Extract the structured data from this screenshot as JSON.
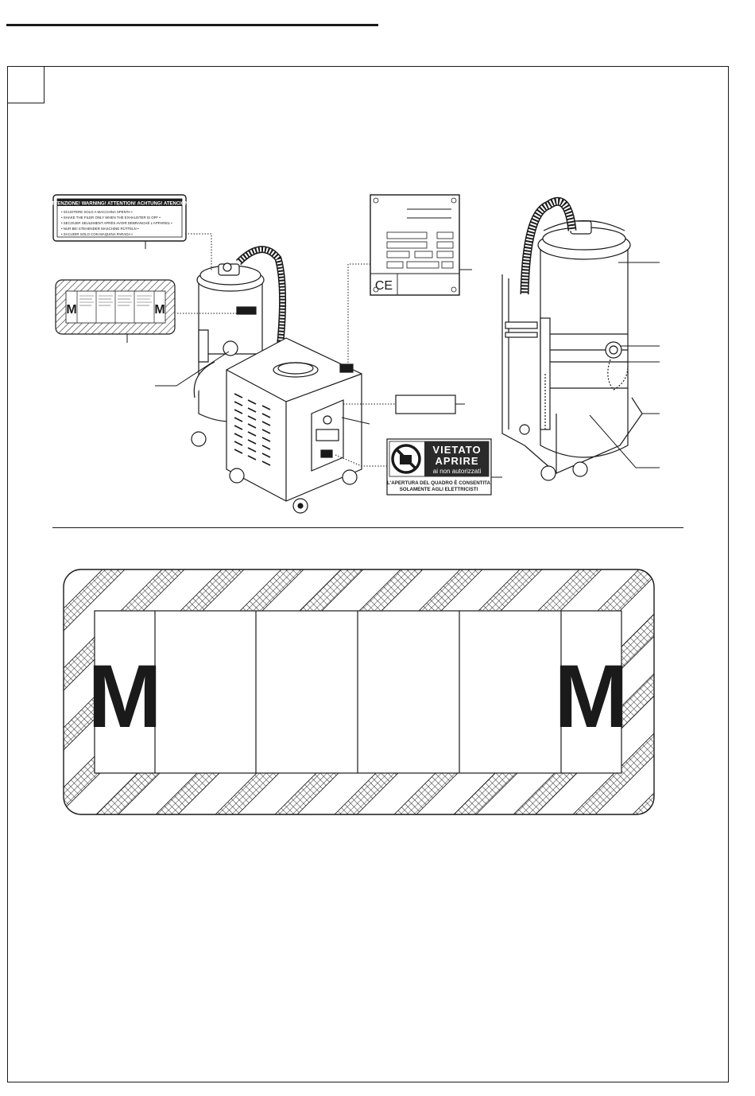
{
  "warning_label": {
    "header": "ATTENZIONE! WARNING! ATTENTION! ACHTUNG! ATENCION!",
    "lines": [
      "• SCUOTERE SOLO A MACCHINA SPENTA •",
      "• SHAKE THE FILER ONLY WHEN THE EXHAUSTER IS OFF •",
      "• SECOUER SEULEMENT APRÈS AVOIR DEBRANCHÉ L'APPAREIL •",
      "• NUR BEI STEHENDER MASCHINE RÜTTELN •",
      "• SACUDIR SOLO CON MAQUINA PARADA •"
    ]
  },
  "small_m_label": {
    "left_letter": "M",
    "right_letter": "M"
  },
  "nameplate": {
    "ce_mark": "CE"
  },
  "prohibition_sign": {
    "line1": "VIETATO",
    "line2": "APRIRE",
    "line3": "ai non autorizzati",
    "footer1": "L'APERTURA DEL QUADRO È CONSENTITA",
    "footer2": "SOLAMENTE AGLI ELETTRICISTI"
  },
  "large_m_label": {
    "left_letter": "M",
    "right_letter": "M"
  },
  "colors": {
    "ink": "#1a1a1a",
    "paper": "#ffffff",
    "sign_dark": "#2a2a2a"
  }
}
